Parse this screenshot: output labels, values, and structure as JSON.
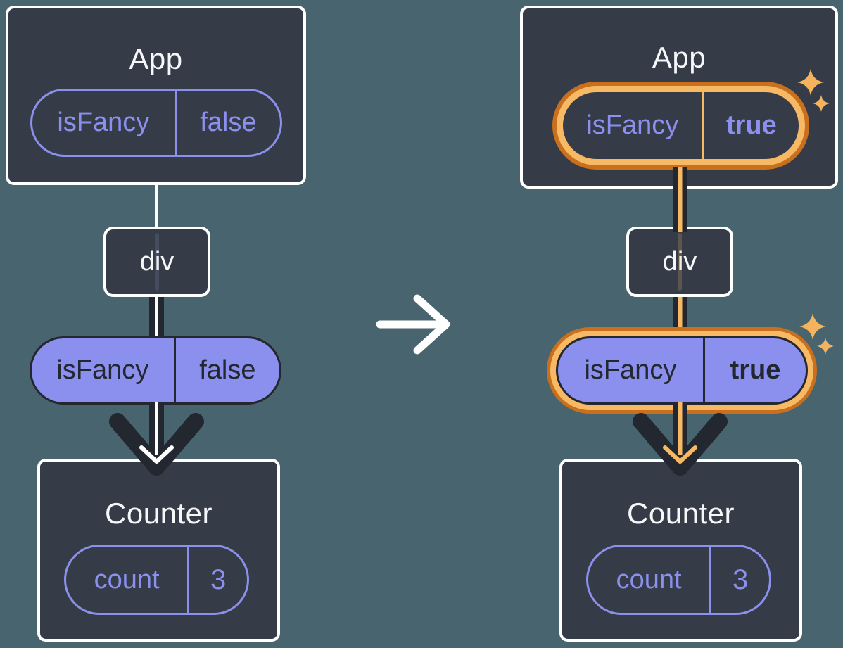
{
  "colors": {
    "background": "#48646E",
    "card_fill": "#353C48",
    "card_border": "#FFFFFF",
    "purple": "#8B90EE",
    "dark_ink": "#23272F",
    "highlight_orange_light": "#F8B964",
    "highlight_orange_dark": "#C8701D",
    "sparkle": "#F6B35F",
    "arrow_white": "#FFFFFF"
  },
  "icons": {
    "transition_arrow": "right-arrow",
    "sparkle": "four-point-star"
  },
  "left": {
    "app": {
      "title": "App",
      "state_name": "isFancy",
      "state_value": "false"
    },
    "middle_node": "div",
    "passed_prop": {
      "name": "isFancy",
      "value": "false"
    },
    "counter": {
      "title": "Counter",
      "state_name": "count",
      "state_value": "3"
    }
  },
  "right": {
    "app": {
      "title": "App",
      "state_name": "isFancy",
      "state_value": "true"
    },
    "middle_node": "div",
    "passed_prop": {
      "name": "isFancy",
      "value": "true"
    },
    "counter": {
      "title": "Counter",
      "state_name": "count",
      "state_value": "3"
    }
  }
}
